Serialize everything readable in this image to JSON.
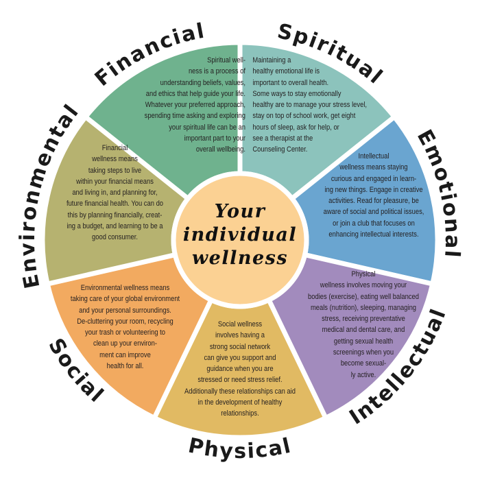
{
  "diagram": {
    "type": "wellness-wheel",
    "center": {
      "title_lines": [
        "Your",
        "individual",
        "wellness"
      ],
      "color": "#fbd193"
    },
    "segments": [
      {
        "id": "spiritual",
        "label": "Spiritual",
        "color": "#8cc3bc",
        "text": "Spiritual well-\nness is a process of\nunderstanding beliefs, values,\nand ethics that help guide your life.\nWhatever your preferred approach,\nspending time asking and exploring\nyour spiritual life can be an\nimportant part to your\noverall wellbeing."
      },
      {
        "id": "emotional",
        "label": "Emotional",
        "color": "#6aa5d0",
        "text": "Maintaining a\nhealthy emotional life is\nimportant to overall health.\nSome ways to stay emotionally\nhealthy are to manage your stress level,\nstay on top of school work, get eight\nhours of sleep, ask for help, or\nsee a therapist at the\nCounseling Center."
      },
      {
        "id": "intellectual",
        "label": "Intellectual",
        "color": "#a28bbd",
        "text": "Intellectual\nwellness means staying\ncurious and engaged in learn-\ning new things. Engage in creative\nactivities. Read for pleasure, be\naware of social and political issues,\nor join a club that focuses on\nenhancing intellectual interests."
      },
      {
        "id": "physical",
        "label": "Physical",
        "color": "#e1ba63",
        "text": "Physical\nwellness involves moving your\nbodies (exercise), eating well balanced\nmeals (nutrition), sleeping, managing\nstress, receiving preventative\nmedical and dental care, and\ngetting sexual health\nscreenings when you\nbecome sexual-\nly active."
      },
      {
        "id": "social",
        "label": "Social",
        "color": "#f2aa60",
        "text": "Social wellness\ninvolves having a\nstrong social network\ncan give you support and\nguidance when you are\nstressed or need stress relief.\nAdditionally these relationships can aid\nin the development of healthy\nrelationships."
      },
      {
        "id": "environmental",
        "label": "Environmental",
        "color": "#b6b270",
        "text": "Environmental wellness means\ntaking care of your global environment\nand your personal surroundings.\nDe-cluttering your room, recycling\nyour trash or volunteering to\nclean up your environ-\nment can improve\nhealth for all."
      },
      {
        "id": "financial",
        "label": "Financial",
        "color": "#6fb28e",
        "text": "Financial\nwellness means\ntaking steps to live\nwithin your financial means\nand living in, and planning for,\nfuture financial health. You can do\nthis by planning financially, creat-\ning a budget, and learning to be a\ngood consumer."
      }
    ]
  }
}
